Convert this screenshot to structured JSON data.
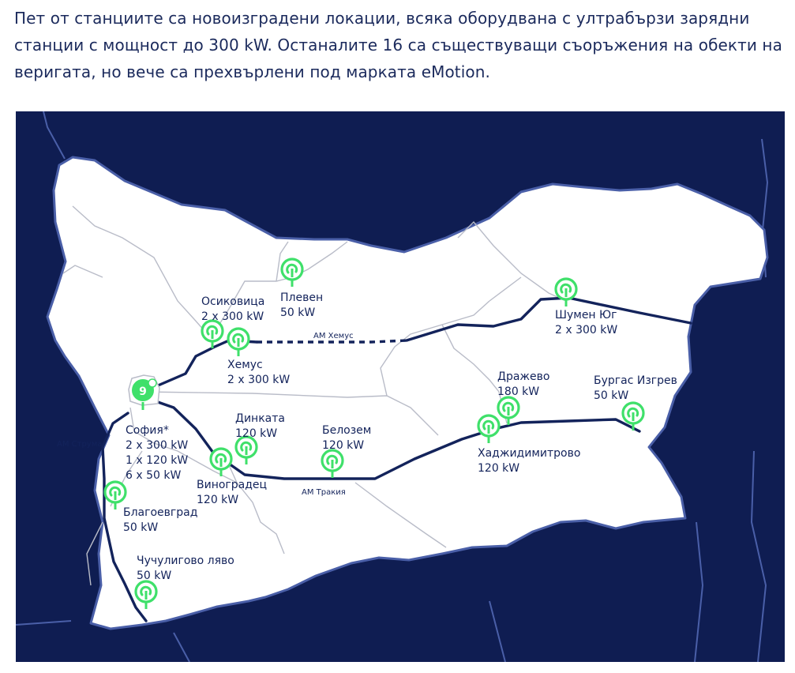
{
  "intro_text": "Пет от станциите са новоизградени локации, всяка оборудвана с ултрабързи зарядни станции с мощност до 300 kW. Останалите 16 са съществуващи съоръжения на обекти на веригата, но вече са прехвърлени под марката eMotion.",
  "colors": {
    "sea": "#0f1d52",
    "land": "#ffffff",
    "border": "#4a5fa8",
    "highway": "#13235b",
    "road": "#b9bcc8",
    "marker": "#3fe06a",
    "text": "#13235b"
  },
  "hub_marker_label": "9",
  "highways": [
    {
      "name": "АМ Хемус"
    },
    {
      "name": "АМ Тракия"
    },
    {
      "name": "АМ Струма"
    }
  ],
  "stations": [
    {
      "id": "osikovitsa",
      "name": "Осиковица",
      "power": [
        "2 x 300 kW"
      ]
    },
    {
      "id": "pleven",
      "name": "Плевен",
      "power": [
        "50 kW"
      ]
    },
    {
      "id": "hemus",
      "name": "Хемус",
      "power": [
        "2 x 300 kW"
      ]
    },
    {
      "id": "shumen",
      "name": "Шумен Юг",
      "power": [
        "2 x 300 kW"
      ]
    },
    {
      "id": "sofia",
      "name": "София*",
      "power": [
        "2 x 300 kW",
        "1 x 120 kW",
        "6 x 50 kW"
      ]
    },
    {
      "id": "dinkata",
      "name": "Динката",
      "power": [
        "120 kW"
      ]
    },
    {
      "id": "belozem",
      "name": "Белозем",
      "power": [
        "120 kW"
      ]
    },
    {
      "id": "drazhevo",
      "name": "Дражево",
      "power": [
        "180 kW"
      ]
    },
    {
      "id": "burgas",
      "name": "Бургас Изгрев",
      "power": [
        "50 kW"
      ]
    },
    {
      "id": "vinogradets",
      "name": "Виноградец",
      "power": [
        "120 kW"
      ]
    },
    {
      "id": "hadzhidimitrovo",
      "name": "Хаджидимитрово",
      "power": [
        "120 kW"
      ]
    },
    {
      "id": "blagoevgrad",
      "name": "Благоевград",
      "power": [
        "50 kW"
      ]
    },
    {
      "id": "chuchuligovo",
      "name": "Чучулигово ляво",
      "power": [
        "50 kW"
      ]
    }
  ]
}
